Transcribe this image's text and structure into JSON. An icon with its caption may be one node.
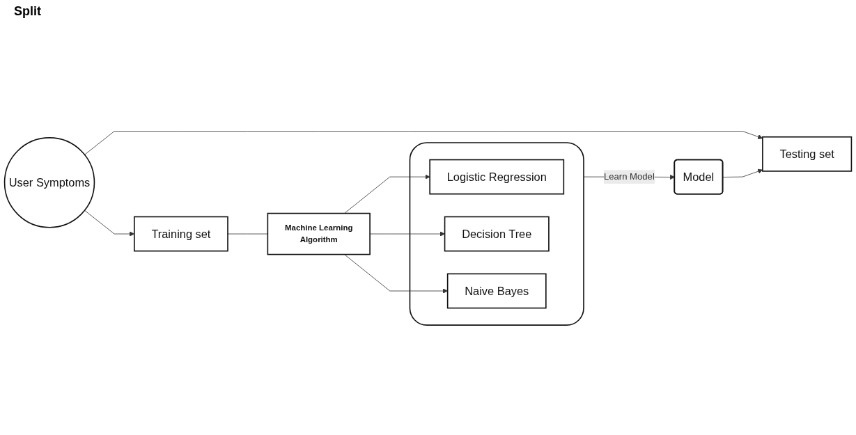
{
  "diagram": {
    "nodes": [
      {
        "text": [
          "User Symptoms"
        ]
      },
      {
        "text": [
          "Training set"
        ]
      },
      {
        "text": [
          "Testing set"
        ]
      },
      {
        "text": [
          "Machine Learning",
          "Algorithm"
        ]
      },
      {
        "text": [],
        "shape": "box"
      },
      {
        "text": [
          "Logistic Regression"
        ],
        "in": 4
      },
      {
        "text": [
          "Decision Tree"
        ],
        "in": 4
      },
      {
        "text": [
          "Naive Bayes"
        ],
        "in": 4
      },
      {
        "text": [
          "Model"
        ]
      }
    ],
    "edges": [
      {
        "from": 0,
        "to": 1,
        "arrow": "to"
      },
      {
        "from": 0,
        "to": 2,
        "arrow": "to"
      },
      {
        "from": 1,
        "to": 3,
        "arrow": "none"
      },
      {
        "from": 3,
        "to": 5,
        "arrow": "to"
      },
      {
        "from": 3,
        "to": 6,
        "arrow": "to"
      },
      {
        "from": 3,
        "to": 7,
        "arrow": "to"
      },
      {
        "from": 4,
        "to": 8,
        "label": "Learn Model",
        "arrow": "to"
      },
      {
        "from": 8,
        "to": 2,
        "arrow": "to"
      }
    ],
    "labels": [
      "Split"
    ]
  }
}
